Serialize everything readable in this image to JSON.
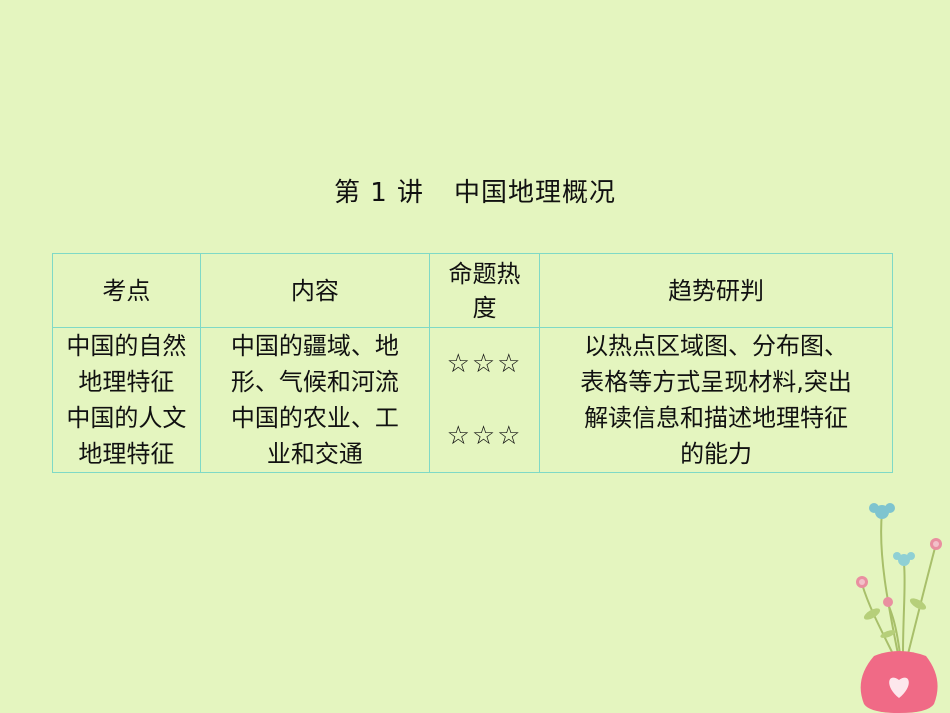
{
  "title": {
    "lecture": "第 1 讲",
    "topic": "中国地理概况"
  },
  "table": {
    "headers": [
      "考点",
      "内容",
      "命题热度",
      "趋势研判"
    ],
    "header_heat_lines": [
      "命题热",
      "度"
    ],
    "rows": [
      {
        "kaodian": [
          "中国的自然",
          "地理特征"
        ],
        "neirong": [
          "中国的疆域、地",
          "形、气候和河流"
        ],
        "redu": "☆☆☆"
      },
      {
        "kaodian": [
          "中国的人文",
          "地理特征"
        ],
        "neirong": [
          "中国的农业、工",
          "业和交通"
        ],
        "redu": "☆☆☆"
      }
    ],
    "trend_lines": [
      "以热点区域图、分布图、",
      "表格等方式呈现材料,突出",
      "解读信息和描述地理特征",
      "的能力"
    ]
  },
  "colors": {
    "background": "#e4f5bf",
    "table_border": "#7fd9c6",
    "vase": "#f06a86"
  }
}
